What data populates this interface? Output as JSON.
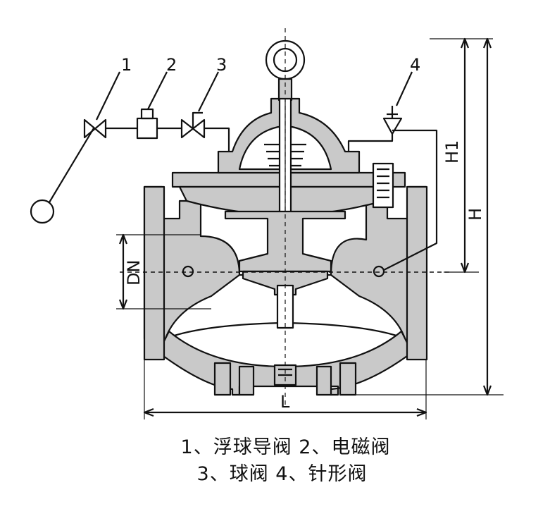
{
  "diagram": {
    "part_numbers": [
      "1",
      "2",
      "3",
      "4"
    ],
    "dimensions": {
      "height": "H",
      "height_1": "H1",
      "length": "L",
      "nominal_diameter": "DN"
    },
    "colors": {
      "body_fill": "#c9c9c9",
      "line": "#111111",
      "background": "#ffffff"
    }
  },
  "caption": {
    "line1": "1、浮球导阀 2、电磁阀",
    "line2": "3、球阀 4、针形阀"
  }
}
